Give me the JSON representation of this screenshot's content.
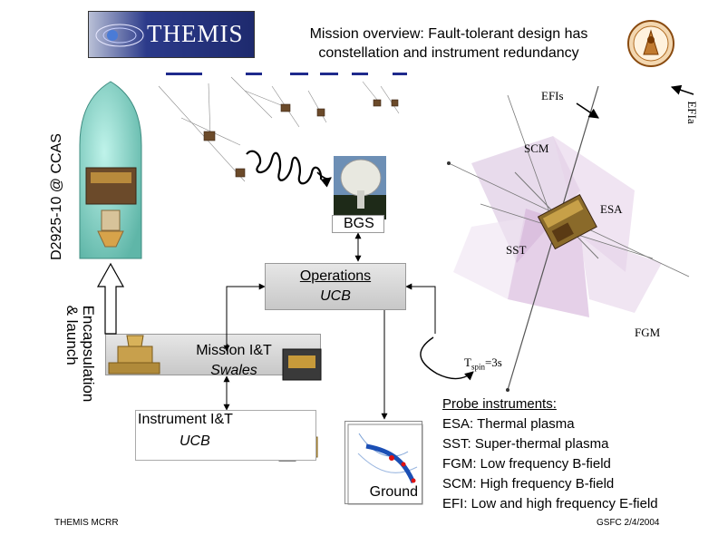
{
  "header": {
    "logo_text": "THEMIS",
    "title_line1": "Mission overview: Fault-tolerant design has",
    "title_line2": "constellation and instrument redundancy",
    "colors": {
      "nav_dash": "#1f2a8c",
      "logo_bg": "#1e2a6e",
      "logo_text": "#ffffff"
    }
  },
  "side_label": "D2925-10 @ CCAS",
  "encapsulation_label_line1": "Encapsulation",
  "encapsulation_label_line2": "& launch",
  "boxes": {
    "bgs": "BGS",
    "operations_line1": "Operations",
    "operations_line2": "UCB",
    "mission_line1": "Mission I&T",
    "mission_line2": "Swales",
    "instrument_line1": "Instrument I&T",
    "instrument_line2": "UCB",
    "ground": "Ground"
  },
  "probe_labels": {
    "efis": "EFIs",
    "efia": "EFIa",
    "scm": "SCM",
    "esa": "ESA",
    "sst": "SST",
    "fgm": "FGM",
    "tspin_main": "T",
    "tspin_sub": "spin",
    "tspin_value": "=3s"
  },
  "probe_instruments": {
    "heading": "Probe instruments:",
    "items": [
      "ESA: Thermal plasma",
      "SST: Super-thermal plasma",
      "FGM: Low frequency B-field",
      "SCM: High frequency B-field",
      "EFI: Low and high frequency E-field"
    ]
  },
  "footer": {
    "left": "THEMIS MCRR",
    "right": "GSFC 2/4/2004"
  },
  "icons": {
    "badge": "themis-mission-badge-icon",
    "antenna": "ground-station-dish-icon",
    "fairing": "launch-fairing-icon",
    "probe": "themis-probe-icon",
    "wave": "radio-wave-icon",
    "map": "ground-track-map-icon"
  }
}
